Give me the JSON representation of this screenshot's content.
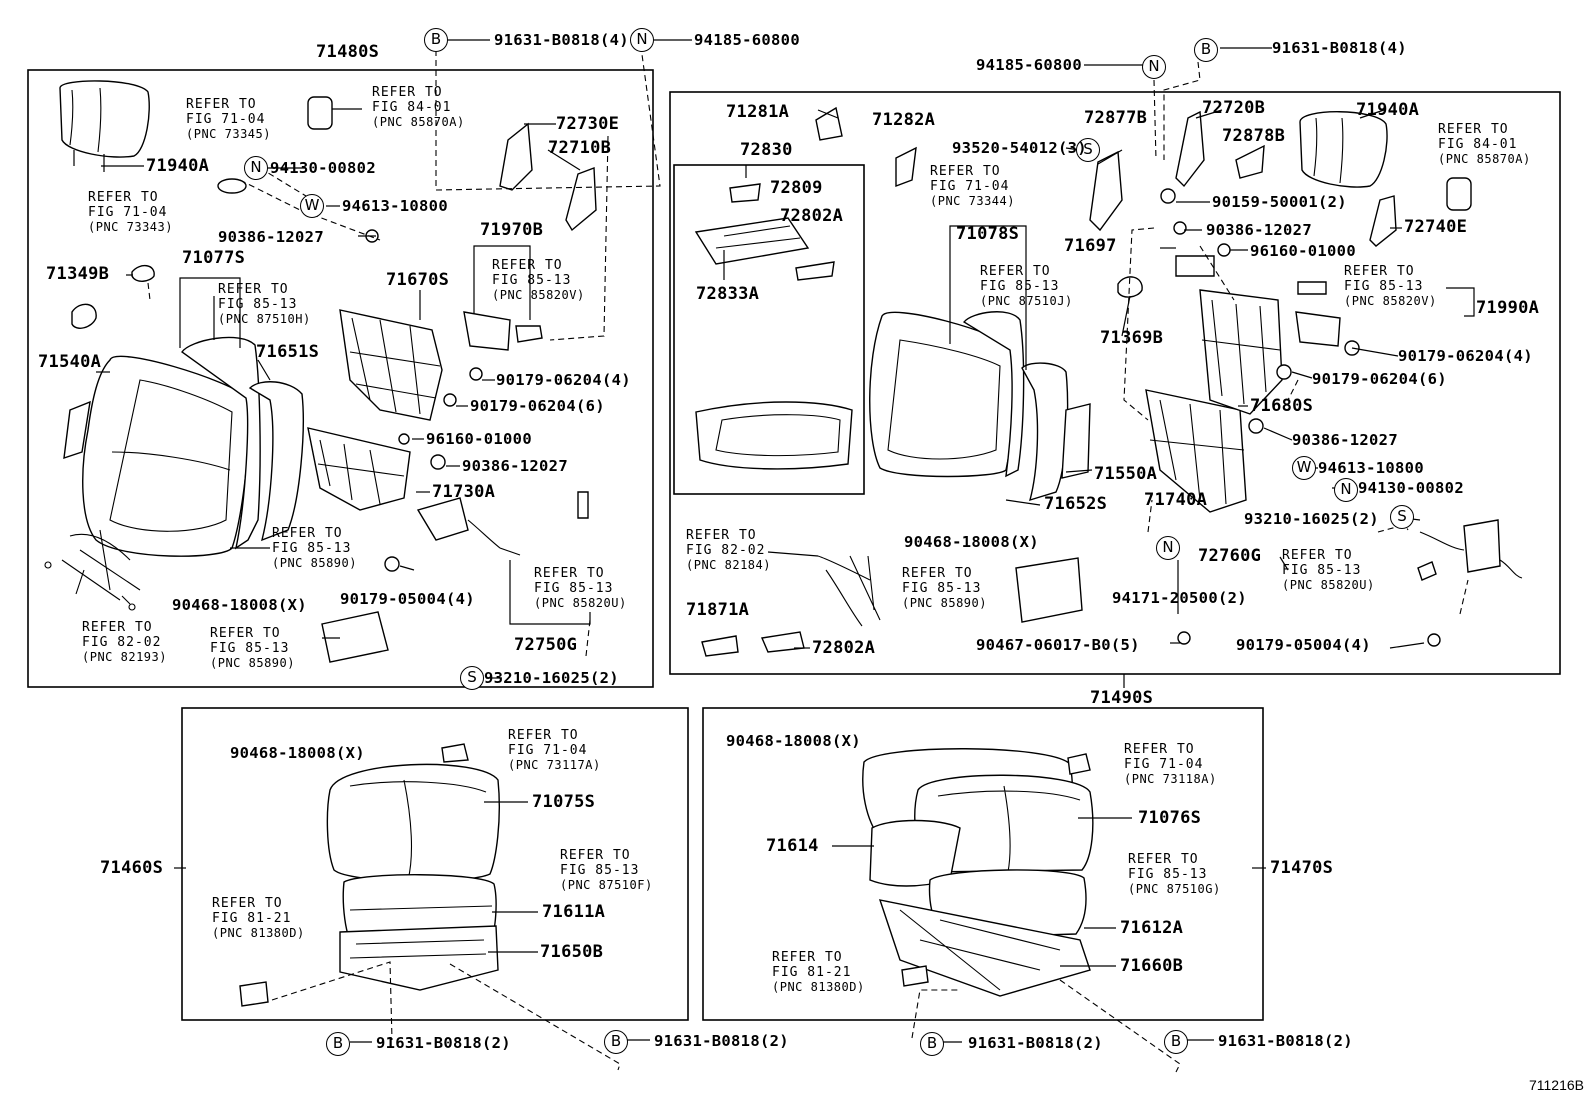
{
  "diagram": {
    "code": "711216B",
    "assemblies": {
      "seat_front_left": "71480S",
      "seat_front_right": "71490S",
      "cushion_left": "71460S",
      "cushion_right": "71470S"
    },
    "circle_symbols": {
      "B": "B",
      "N": "N",
      "W": "W",
      "S": "S"
    },
    "parts": {
      "p71940A_l": "71940A",
      "p94130_l": "94130-00802",
      "p94613_l": "94613-10800",
      "p90386_l1": "90386-12027",
      "p71349B": "71349B",
      "p71077S": "71077S",
      "p71540A": "71540A",
      "p71651S": "71651S",
      "p71670S": "71670S",
      "p72730E": "72730E",
      "p72710B": "72710B",
      "p71970B": "71970B",
      "p90179_l4": "90179-06204(4)",
      "p90179_l6": "90179-06204(6)",
      "p96160_l": "96160-01000",
      "p90386_l2": "90386-12027",
      "p71730A": "71730A",
      "p90179_05004_l": "90179-05004(4)",
      "p90468_l": "90468-18008(X)",
      "p72750G": "72750G",
      "p93210_l": "93210-16025(2)",
      "p91631_top_l": "91631-B0818(4)",
      "p94185_top_l": "94185-60800",
      "p94185_r": "94185-60800",
      "p91631_r": "91631-B0818(4)",
      "p71281A": "71281A",
      "p71282A": "71282A",
      "p72877B": "72877B",
      "p72720B": "72720B",
      "p71940A_r": "71940A",
      "p72830": "72830",
      "p72809": "72809",
      "p72802A_1": "72802A",
      "p72833A": "72833A",
      "p93520": "93520-54012(3)",
      "p72878B": "72878B",
      "p90159": "90159-50001(2)",
      "p90386_r1": "90386-12027",
      "p72740E": "72740E",
      "p71078S": "71078S",
      "p71697": "71697",
      "p96160_r": "96160-01000",
      "p71990A": "71990A",
      "p71369B": "71369B",
      "p90179_r4": "90179-06204(4)",
      "p90179_r6": "90179-06204(6)",
      "p71680S": "71680S",
      "p90386_r2": "90386-12027",
      "p94613_r": "94613-10800",
      "p71550A": "71550A",
      "p94130_r": "94130-00802",
      "p71740A": "71740A",
      "p71652S": "71652S",
      "p93210_r": "93210-16025(2)",
      "p90468_r": "90468-18008(X)",
      "p72760G": "72760G",
      "p94171": "94171-20500(2)",
      "p71871A": "71871A",
      "p72802A_2": "72802A",
      "p90467": "90467-06017-B0(5)",
      "p90179_05004_r": "90179-05004(4)",
      "p90468_bl": "90468-18008(X)",
      "p71075S": "71075S",
      "p71611A": "71611A",
      "p71650B": "71650B",
      "p91631_bl1": "91631-B0818(2)",
      "p91631_bl2": "91631-B0818(2)",
      "p90468_br": "90468-18008(X)",
      "p71076S": "71076S",
      "p71614": "71614",
      "p71612A": "71612A",
      "p71660B": "71660B",
      "p91631_br1": "91631-B0818(2)",
      "p91631_br2": "91631-B0818(2)"
    },
    "refers": {
      "r_84_01_l": [
        "REFER TO",
        "FIG 84-01",
        "(PNC 85870A)"
      ],
      "r_71_04_a": [
        "REFER TO",
        "FIG 71-04",
        "(PNC 73345)"
      ],
      "r_71_04_b": [
        "REFER TO",
        "FIG 71-04",
        "(PNC 73343)"
      ],
      "r_85_13_87510H": [
        "REFER TO",
        "FIG 85-13",
        "(PNC 87510H)"
      ],
      "r_85_13_85820V_l": [
        "REFER TO",
        "FIG 85-13",
        "(PNC 85820V)"
      ],
      "r_85_13_85890_a": [
        "REFER TO",
        "FIG 85-13",
        "(PNC 85890)"
      ],
      "r_85_13_85820U_l": [
        "REFER TO",
        "FIG 85-13",
        "(PNC 85820U)"
      ],
      "r_82_02_l": [
        "REFER TO",
        "FIG 82-02",
        "(PNC 82193)"
      ],
      "r_85_13_85890_b": [
        "REFER TO",
        "FIG 85-13",
        "(PNC 85890)"
      ],
      "r_71_04_73344": [
        "REFER TO",
        "FIG 71-04",
        "(PNC 73344)"
      ],
      "r_84_01_r": [
        "REFER TO",
        "FIG 84-01",
        "(PNC 85870A)"
      ],
      "r_85_13_87510J": [
        "REFER TO",
        "FIG 85-13",
        "(PNC 87510J)"
      ],
      "r_85_13_85820V_r": [
        "REFER TO",
        "FIG 85-13",
        "(PNC 85820V)"
      ],
      "r_82_02_r": [
        "REFER TO",
        "FIG 82-02",
        "(PNC 82184)"
      ],
      "r_85_13_85890_r": [
        "REFER TO",
        "FIG 85-13",
        "(PNC 85890)"
      ],
      "r_85_13_85820U_r": [
        "REFER TO",
        "FIG 85-13",
        "(PNC 85820U)"
      ],
      "r_71_04_73117A": [
        "REFER TO",
        "FIG 71-04",
        "(PNC 73117A)"
      ],
      "r_85_13_87510F": [
        "REFER TO",
        "FIG 85-13",
        "(PNC 87510F)"
      ],
      "r_81_21_l": [
        "REFER TO",
        "FIG 81-21",
        "(PNC 81380D)"
      ],
      "r_71_04_73118A": [
        "REFER TO",
        "FIG 71-04",
        "(PNC 73118A)"
      ],
      "r_85_13_87510G": [
        "REFER TO",
        "FIG 85-13",
        "(PNC 87510G)"
      ],
      "r_81_21_r": [
        "REFER TO",
        "FIG 81-21",
        "(PNC 81380D)"
      ]
    }
  }
}
